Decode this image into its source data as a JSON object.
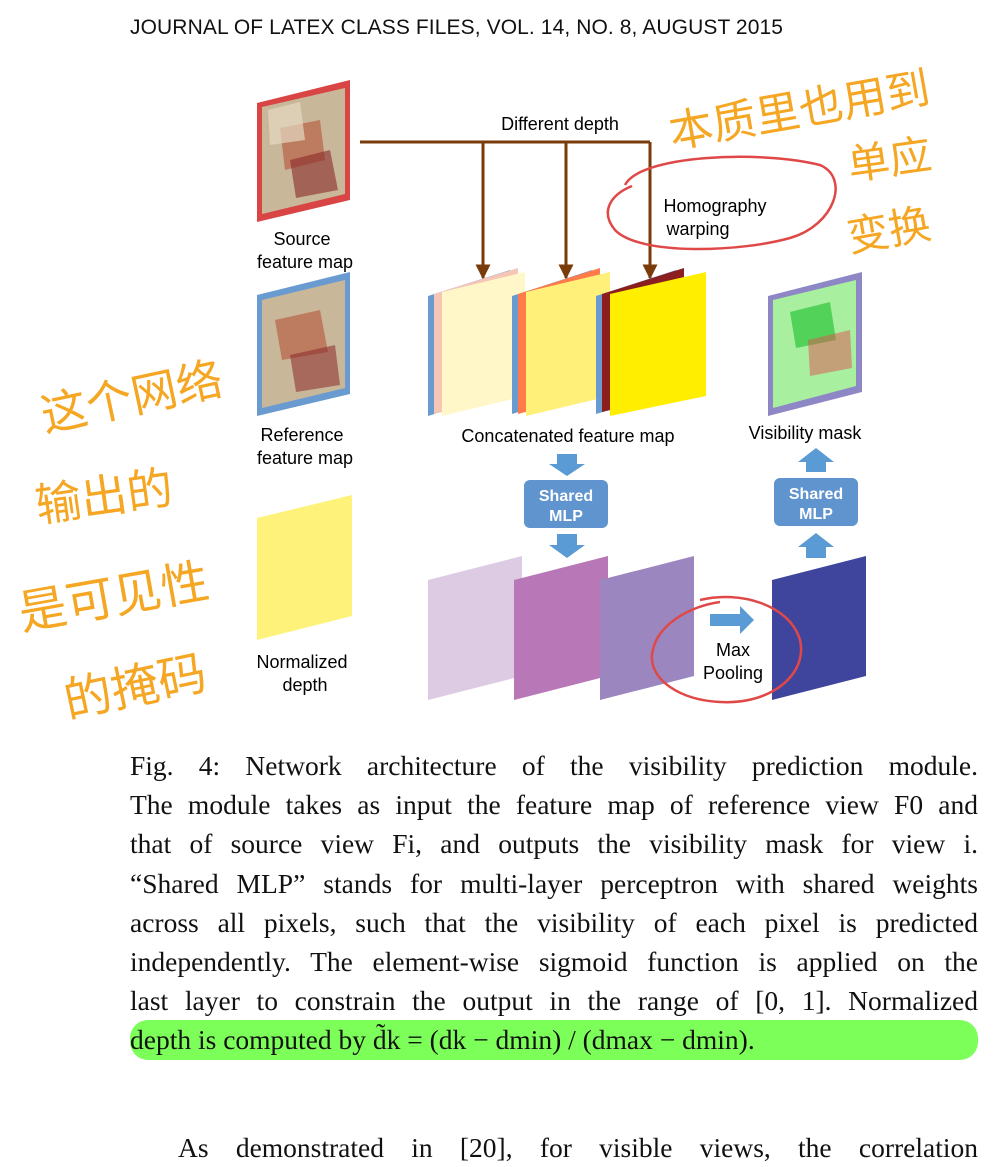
{
  "header": {
    "text": "JOURNAL OF LATEX CLASS FILES, VOL. 14, NO. 8, AUGUST 2015"
  },
  "figure": {
    "labels": {
      "source": [
        "Source",
        "feature map"
      ],
      "reference": [
        "Reference",
        "feature map"
      ],
      "normalized": [
        "Normalized",
        "depth"
      ],
      "different_depth": "Different depth",
      "homography": [
        "Homography",
        "warping"
      ],
      "concat": "Concatenated feature map",
      "visibility": "Visibility mask",
      "shared_mlp": [
        "Shared",
        "MLP"
      ],
      "max_pooling": [
        "Max",
        "Pooling"
      ]
    },
    "colors": {
      "arrow_brown": "#7a3b0a",
      "arrow_blue": "#5b9bd5",
      "annotation_orange": "#f5a623",
      "annotation_red": "#e04848",
      "highlight_green": "#7dff5a"
    },
    "handwritten_notes": [
      "本质里也用到",
      "单应",
      "变换",
      "这个网络",
      "输出的",
      "是可见性",
      "的掩码"
    ]
  },
  "caption": {
    "lines": [
      "Fig. 4: Network architecture of the visibility prediction module.",
      "The module takes as input the feature map of reference view F0 and",
      "that of source view Fi, and outputs the visibility mask for view i.",
      "“Shared MLP” stands for multi-layer perceptron with shared weights",
      "across all pixels, such that the visibility of each pixel is predicted",
      "independently. The element-wise sigmoid function is applied on the",
      "last layer to constrain the output in the range of [0, 1]. Normalized",
      "depth is computed by d̃k = (dk − dmin) / (dmax − dmin)."
    ]
  },
  "body_paragraph": {
    "text": "As demonstrated in [20], for visible views, the correlation"
  }
}
